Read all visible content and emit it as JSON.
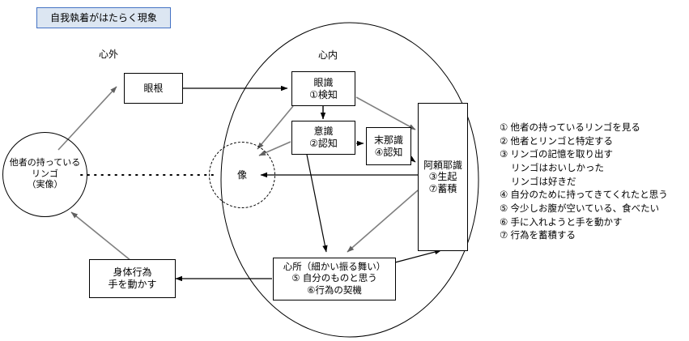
{
  "title": {
    "text": "自我執着がはたらく現象",
    "fill_color": "#dce6f2",
    "border_color": "#4472c4"
  },
  "regions": {
    "outer_label": "心外",
    "inner_label": "心内"
  },
  "nodes": {
    "external_apple": {
      "lines": [
        "他者の持っている",
        "リンゴ",
        "（実像）"
      ]
    },
    "eye_organ": {
      "lines": [
        "眼根"
      ]
    },
    "eye_consciousness": {
      "lines": [
        "眼識",
        "①検知"
      ]
    },
    "mind_consciousness": {
      "lines": [
        "意識",
        "②認知"
      ]
    },
    "manas_consciousness": {
      "lines": [
        "末那識",
        "④認知"
      ]
    },
    "alaya_consciousness": {
      "lines": [
        "阿頼耶識",
        "③生起",
        "⑦蓄積"
      ]
    },
    "image": {
      "lines": [
        "像"
      ]
    },
    "mental_factors": {
      "lines": [
        "心所（細かい振る舞い）",
        "⑤ 自分のものと思う",
        "⑥行為の契機"
      ]
    },
    "bodily_action": {
      "lines": [
        "身体行為",
        "手を動かす"
      ]
    }
  },
  "legend": {
    "items": [
      {
        "text": "① 他者の持っているリンゴを見る",
        "indent": false
      },
      {
        "text": "② 他者とリンゴと特定する",
        "indent": false
      },
      {
        "text": "③ リンゴの記憶を取り出す",
        "indent": false
      },
      {
        "text": "リンゴはおいしかった",
        "indent": true
      },
      {
        "text": "リンゴは好きだ",
        "indent": true
      },
      {
        "text": "④ 自分のために持ってきてくれたと思う",
        "indent": false
      },
      {
        "text": "⑤ 今少しお腹が空いている、食べたい",
        "indent": false
      },
      {
        "text": "⑥ 手に入れようと手を動かす",
        "indent": false
      },
      {
        "text": "⑦ 行為を蓄積する",
        "indent": false
      }
    ]
  },
  "colors": {
    "stroke_black": "#000000",
    "stroke_gray": "#7f7f7f",
    "background": "#ffffff"
  }
}
